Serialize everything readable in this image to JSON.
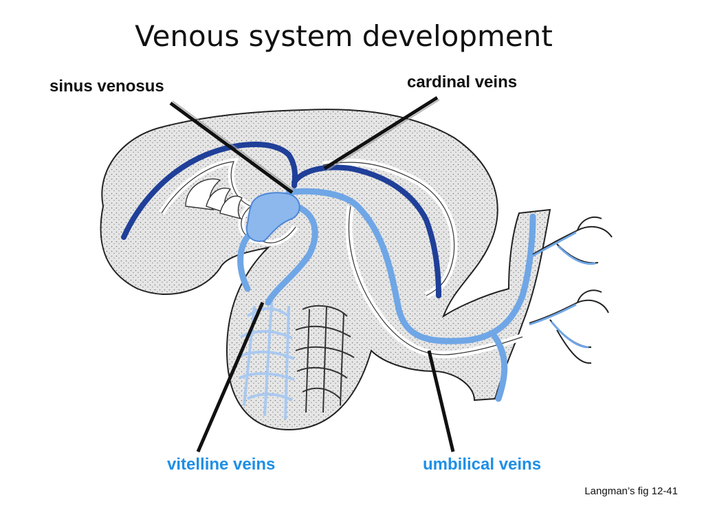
{
  "title": "Venous system development",
  "labels": {
    "sinus_venosus": "sinus venosus",
    "cardinal_veins": "cardinal veins",
    "vitelline_veins": "vitelline veins",
    "umbilical_veins": "umbilical veins"
  },
  "source": "Langman’s fig 12-41",
  "colors": {
    "cardinal_vein": "#1f3f99",
    "vitelline_umbilical_vein": "#6fa6e6",
    "vitelline_plexus": "#a9c9f0",
    "embryo_fill": "#e4e4e4",
    "label_blue": "#1e8fe6"
  }
}
